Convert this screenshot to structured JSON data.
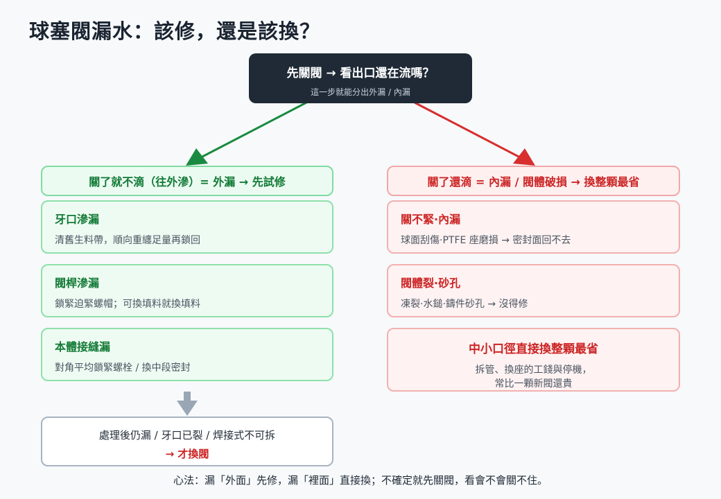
{
  "title": "球塞閥漏水：該修，還是該換？",
  "root": {
    "headline": "先關閥 → 看出口還在流嗎？",
    "subtitle": "這一步就能分出外漏 / 內漏"
  },
  "left": {
    "header": "關了就不滴（往外滲）= 外漏 → 先試修",
    "cards": [
      {
        "title": "牙口滲漏",
        "desc": "清舊生料帶，順向重纏足量再鎖回"
      },
      {
        "title": "閥桿滲漏",
        "desc": "鎖緊迫緊螺帽；可換填料就換填料"
      },
      {
        "title": "本體接縫漏",
        "desc": "對角平均鎖緊螺栓 / 換中段密封"
      }
    ],
    "final": {
      "line1": "處理後仍漏 / 牙口已裂 / 焊接式不可拆",
      "line2": "→ 才換閥"
    }
  },
  "right": {
    "header": "關了還滴 = 內漏 / 閥體破損 → 換整顆最省",
    "cards": [
      {
        "title": "關不緊·內漏",
        "desc": "球面刮傷·PTFE 座磨損 → 密封面回不去"
      },
      {
        "title": "閥體裂·砂孔",
        "desc": "凍裂·水鎚·鑄件砂孔 → 沒得修"
      }
    ],
    "summary": {
      "title": "中小口徑直接換整顆最省",
      "line1": "拆管、換座的工錢與停機，",
      "line2": "常比一顆新閥還貴"
    }
  },
  "footer": "心法：漏「外面」先修，漏「裡面」直接換；不確定就先關閥，看會不會關不住。",
  "colors": {
    "green": "#127a36",
    "red": "#cc2525",
    "dark": "#1f2a36",
    "gray_arrow": "#9aa6b4"
  }
}
